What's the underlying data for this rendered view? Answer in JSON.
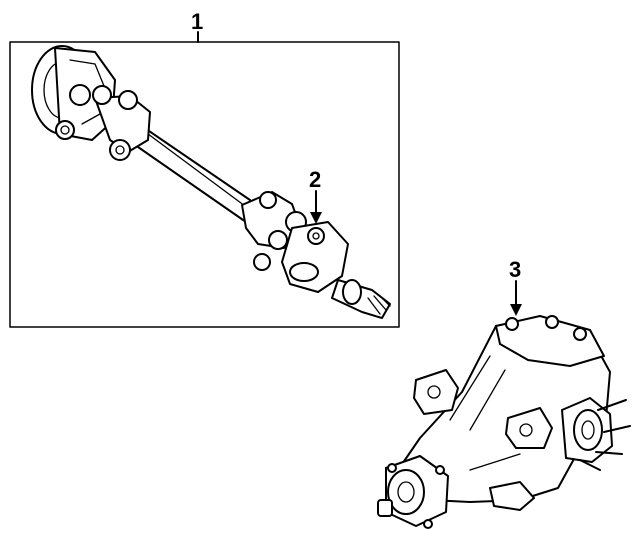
{
  "callouts": {
    "c1": "1",
    "c2": "2",
    "c3": "3"
  },
  "icons": [
    "axle-shaft-assembly-icon",
    "universal-joint-icon",
    "differential-carrier-icon"
  ],
  "colors": {
    "line": "#000000",
    "background": "#ffffff"
  }
}
